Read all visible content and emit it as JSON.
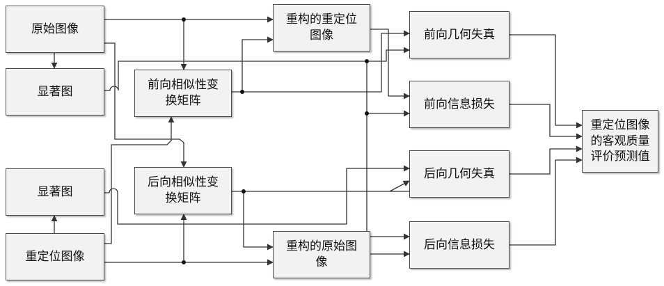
{
  "nodes": {
    "original_image": "原始图像",
    "saliency_map_top": "显著图",
    "saliency_map_bottom": "显著图",
    "retargeted_image": "重定位图像",
    "forward_transform": "前向相似性变换矩阵",
    "backward_transform": "后向相似性变换矩阵",
    "reconstructed_retargeted": "重构的重定位图像",
    "reconstructed_original": "重构的原始图像",
    "forward_geometric_distortion": "前向几何失真",
    "forward_information_loss": "前向信息损失",
    "backward_geometric_distortion": "后向几何失真",
    "backward_information_loss": "后向信息损失",
    "quality_score": "重定位图像的客观质量评价预测值"
  },
  "colors": {
    "box_fill": "#f2f2f2",
    "border": "#4a4a4a",
    "line": "#333333"
  }
}
